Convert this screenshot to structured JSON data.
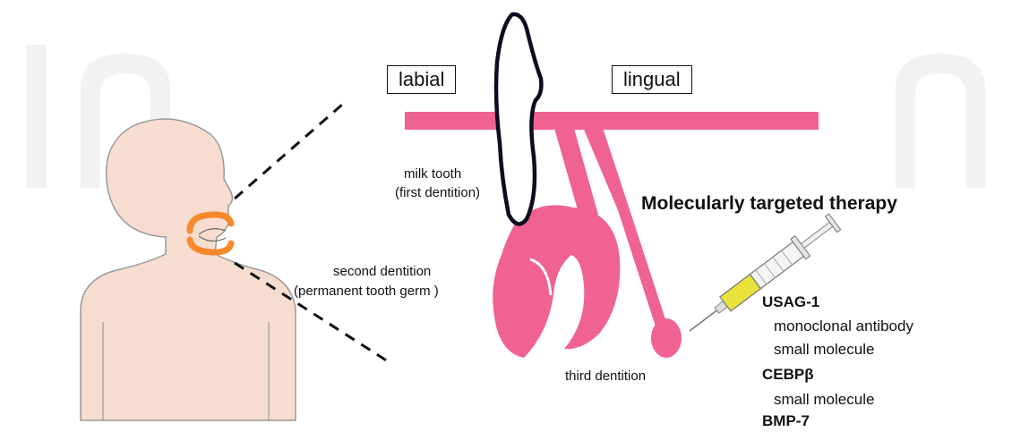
{
  "labels": {
    "labial": "labial",
    "lingual": "lingual",
    "milk_tooth": "milk tooth",
    "first_dentition": "(first dentition)",
    "second_dentition": "second dentition",
    "permanent_tooth_germ": "(permanent tooth germ )",
    "third_dentition": "third dentition"
  },
  "therapy": {
    "title": "Molecularly targeted therapy",
    "targets": [
      {
        "name": "USAG-1",
        "methods": [
          "monoclonal antibody",
          "small molecule"
        ]
      },
      {
        "name": "CEBPβ",
        "methods": [
          "small molecule"
        ]
      },
      {
        "name": "BMP-7",
        "methods": []
      }
    ]
  },
  "colors": {
    "epithelium": "#f06292",
    "skin": "#f6ddd0",
    "outline": "#9a9a9a",
    "mouth_highlight": "#f7892b",
    "syringe_yellow": "#e8e23a",
    "tooth_outline": "#0c0c22"
  }
}
